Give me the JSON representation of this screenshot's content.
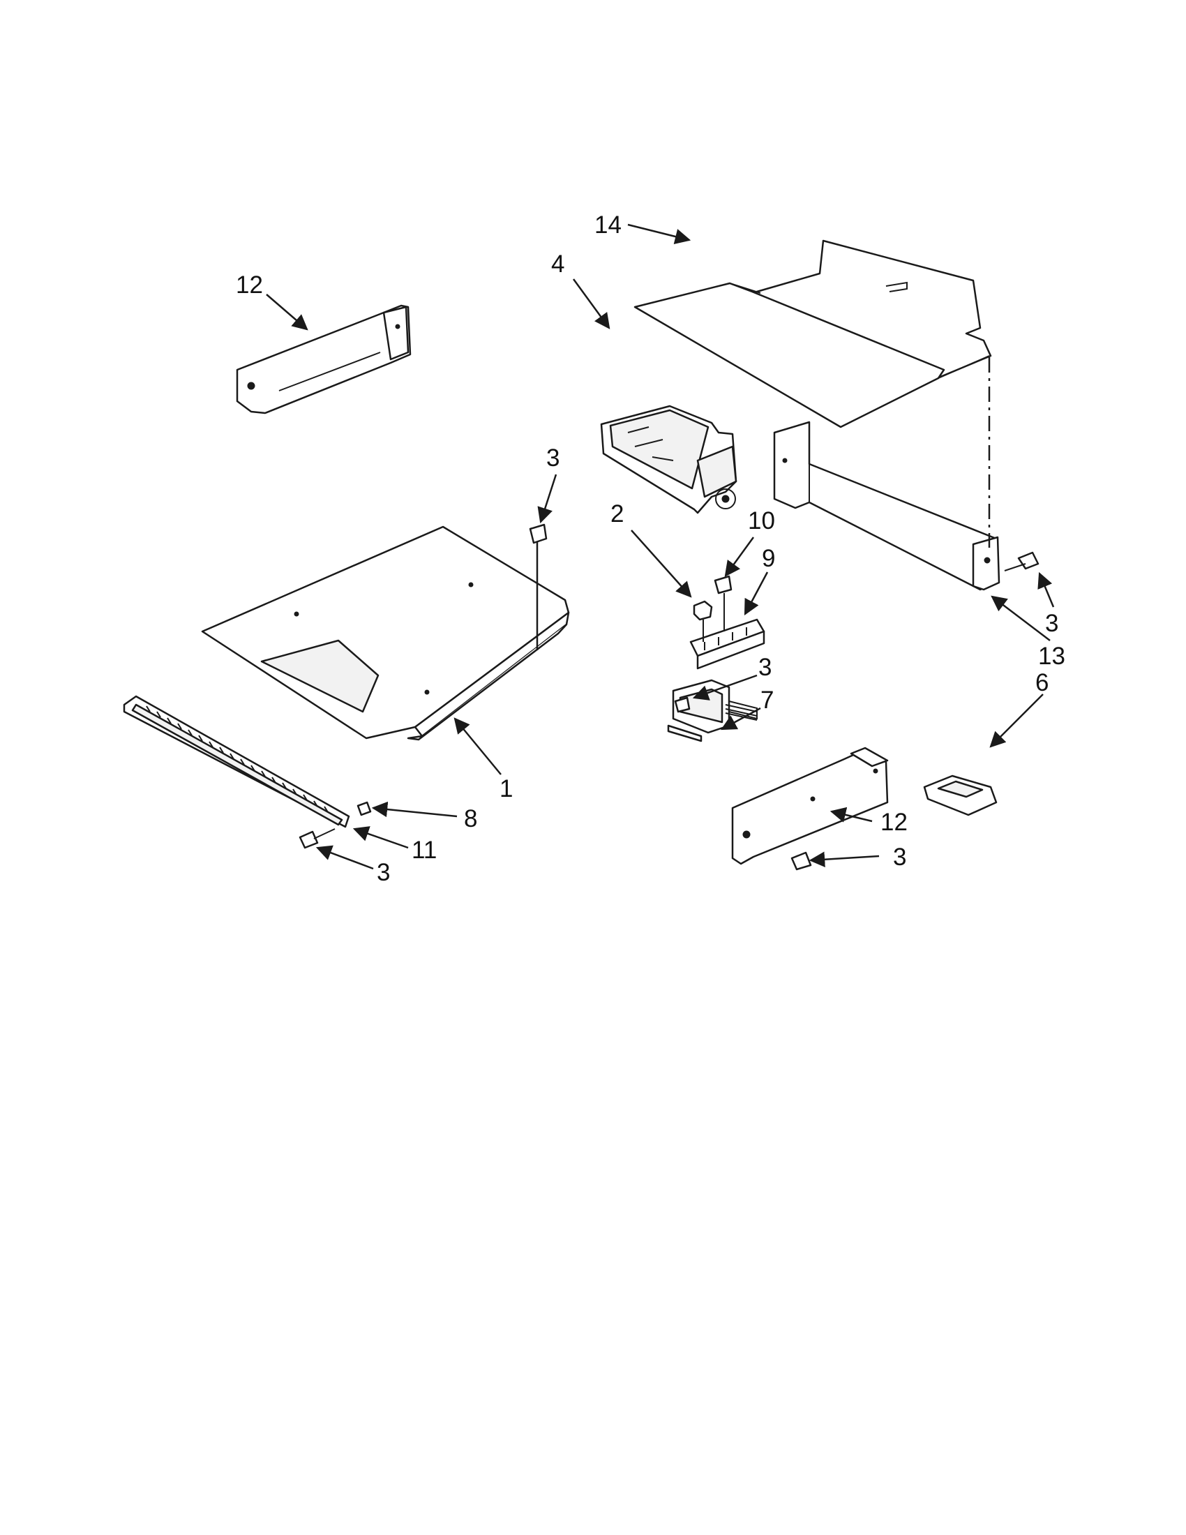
{
  "callouts": [
    {
      "id": "c14",
      "text": "14"
    },
    {
      "id": "c12a",
      "text": "12"
    },
    {
      "id": "c4",
      "text": "4"
    },
    {
      "id": "c3a",
      "text": "3"
    },
    {
      "id": "c2",
      "text": "2"
    },
    {
      "id": "c10",
      "text": "10"
    },
    {
      "id": "c9",
      "text": "9"
    },
    {
      "id": "c3b",
      "text": "3"
    },
    {
      "id": "c13",
      "text": "13"
    },
    {
      "id": "c6",
      "text": "6"
    },
    {
      "id": "c3c",
      "text": "3"
    },
    {
      "id": "c7",
      "text": "7"
    },
    {
      "id": "c1",
      "text": "1"
    },
    {
      "id": "c8",
      "text": "8"
    },
    {
      "id": "c11",
      "text": "11"
    },
    {
      "id": "c3d",
      "text": "3"
    },
    {
      "id": "c12b",
      "text": "12"
    },
    {
      "id": "c3e",
      "text": "3"
    }
  ]
}
